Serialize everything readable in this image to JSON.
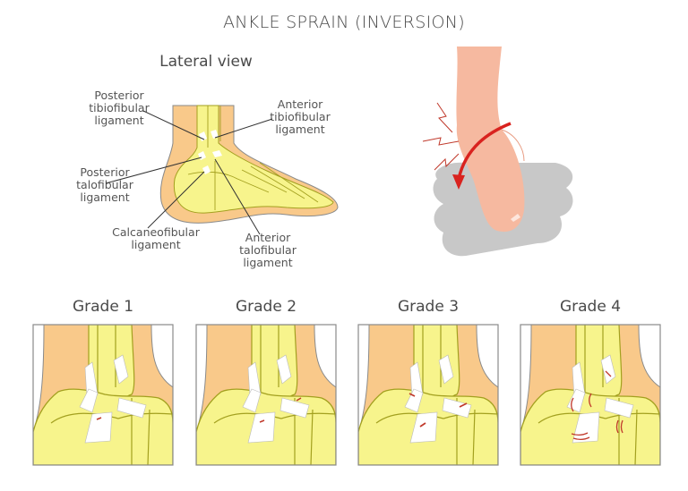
{
  "title": "ANKLE SPRAIN (INVERSION)",
  "lateral_view": {
    "subtitle": "Lateral view",
    "labels": [
      {
        "id": "posterior-tibiofibular",
        "lines": [
          "Posterior",
          "tibiofibular",
          "ligament"
        ]
      },
      {
        "id": "anterior-tibiofibular",
        "lines": [
          "Anterior",
          "tibiofibular",
          "ligament"
        ]
      },
      {
        "id": "posterior-talofibular",
        "lines": [
          "Posterior",
          "talofibular",
          "ligament"
        ]
      },
      {
        "id": "calcaneofibular",
        "lines": [
          "Calcaneofibular",
          "ligament"
        ]
      },
      {
        "id": "anterior-talofibular",
        "lines": [
          "Anterior",
          "talofibular",
          "ligament"
        ]
      }
    ]
  },
  "grades": [
    {
      "label": "Grade 1",
      "tears": 1
    },
    {
      "label": "Grade 2",
      "tears": 2
    },
    {
      "label": "Grade 3",
      "tears": 3
    },
    {
      "label": "Grade 4",
      "tears": 4
    }
  ],
  "colors": {
    "skin_tan": "#f9c98a",
    "bone_yellow": "#f7f48c",
    "bone_outline": "#a3a01f",
    "ligament_white": "#ffffff",
    "tear_red": "#c0392b",
    "arrow_red": "#d9231f",
    "foot_skin": "#f6b9a0",
    "shadow_gray": "#c8c8c8",
    "panel_border": "#8a8a8a"
  }
}
